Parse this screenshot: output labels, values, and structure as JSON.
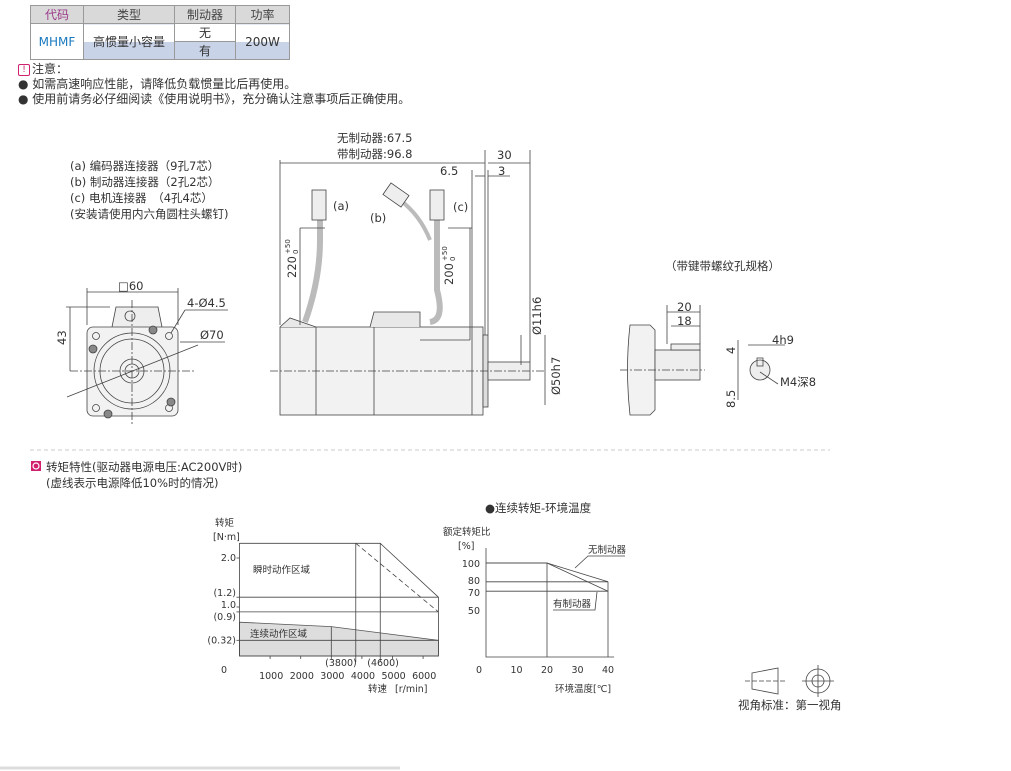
{
  "table": {
    "headers": [
      "代码",
      "类型",
      "制动器",
      "功率"
    ],
    "code": "MHMF",
    "type": "高惯量小容量",
    "brake_options": [
      "无",
      "有"
    ],
    "power": "200W"
  },
  "notes": {
    "title": "注意：",
    "items": [
      "如需高速响应性能，请降低负载惯量比后再使用。",
      "使用前请务必仔细阅读《使用说明书》，充分确认注意事项后正确使用。"
    ]
  },
  "drawing": {
    "connectors": [
      "(a) 编码器连接器（9孔7芯）",
      "(b) 制动器连接器（2孔2芯）",
      "(c) 电机连接器　（4孔4芯）",
      "(安装请使用内六角圆柱头螺钉)"
    ],
    "length_no_brake": "无制动器:67.5",
    "length_brake": "带制动器:96.8",
    "dim_30": "30",
    "dim_6_5": "6.5",
    "dim_3": "3",
    "label_a": "(a)",
    "label_b": "(b)",
    "label_c": "(c)",
    "cable_a": "220",
    "cable_c": "200",
    "tol_plus": "+50",
    "tol_zero": "0",
    "square": "□60",
    "holes": "4-Ø4.5",
    "pcd": "Ø70",
    "height": "43",
    "shaft_dia": "Ø11h6",
    "spigot_dia": "Ø50h7",
    "key_title": "（带键带螺纹孔规格）",
    "key_20": "20",
    "key_18": "18",
    "key_4": "4",
    "key_width": "4h9",
    "key_8_5": "8.5",
    "thread": "M4深8",
    "view_standard": "视角标准：第一视角"
  },
  "torque_section": {
    "title": "转矩特性(驱动器电源电压:AC200V时)",
    "subtitle": "(虚线表示电源降低10%时的情况)"
  },
  "chart_data": [
    {
      "type": "area",
      "title": "",
      "ylabel": "转矩",
      "yunit": "[N·m]",
      "xlabel": "转速",
      "xunit": "[r/min]",
      "xlim": [
        0,
        6500
      ],
      "ylim": [
        0,
        2.3
      ],
      "xticks": [
        "0",
        "1000",
        "2000",
        "3000",
        "4000",
        "5000",
        "6000"
      ],
      "yticks": [
        "2.0",
        "(1.2)",
        "1.0",
        "(0.9)",
        "(0.32)"
      ],
      "annotations": [
        "(3800)",
        "(4600)",
        "瞬时动作区域",
        "连续动作区域"
      ],
      "series": [
        {
          "name": "瞬时动作区域",
          "points": [
            [
              0,
              2.3
            ],
            [
              4600,
              2.3
            ],
            [
              6500,
              1.2
            ]
          ]
        },
        {
          "name": "瞬时动作区域(电源降低10%)",
          "style": "dashed",
          "points": [
            [
              3800,
              2.3
            ],
            [
              6500,
              0.9
            ]
          ]
        },
        {
          "name": "连续动作区域",
          "points": [
            [
              0,
              0.69
            ],
            [
              3000,
              0.6
            ],
            [
              6500,
              0.32
            ]
          ]
        }
      ],
      "reference_lines": {
        "y": [
          1.2,
          0.9,
          0.32
        ],
        "x": [
          3000,
          3800,
          4600
        ]
      }
    },
    {
      "type": "line",
      "title": "●连续转矩-环境温度",
      "ylabel": "额定转矩比",
      "yunit": "[%]",
      "xlabel": "环境温度[℃]",
      "xlim": [
        0,
        40
      ],
      "ylim": [
        0,
        116
      ],
      "xticks": [
        "0",
        "10",
        "20",
        "30",
        "40"
      ],
      "yticks": [
        "100",
        "80",
        "70",
        "50"
      ],
      "series": [
        {
          "name": "无制动器",
          "points": [
            [
              0,
              100
            ],
            [
              20,
              100
            ],
            [
              40,
              80
            ]
          ]
        },
        {
          "name": "有制动器",
          "points": [
            [
              0,
              100
            ],
            [
              20,
              100
            ],
            [
              40,
              70
            ]
          ]
        }
      ]
    }
  ]
}
